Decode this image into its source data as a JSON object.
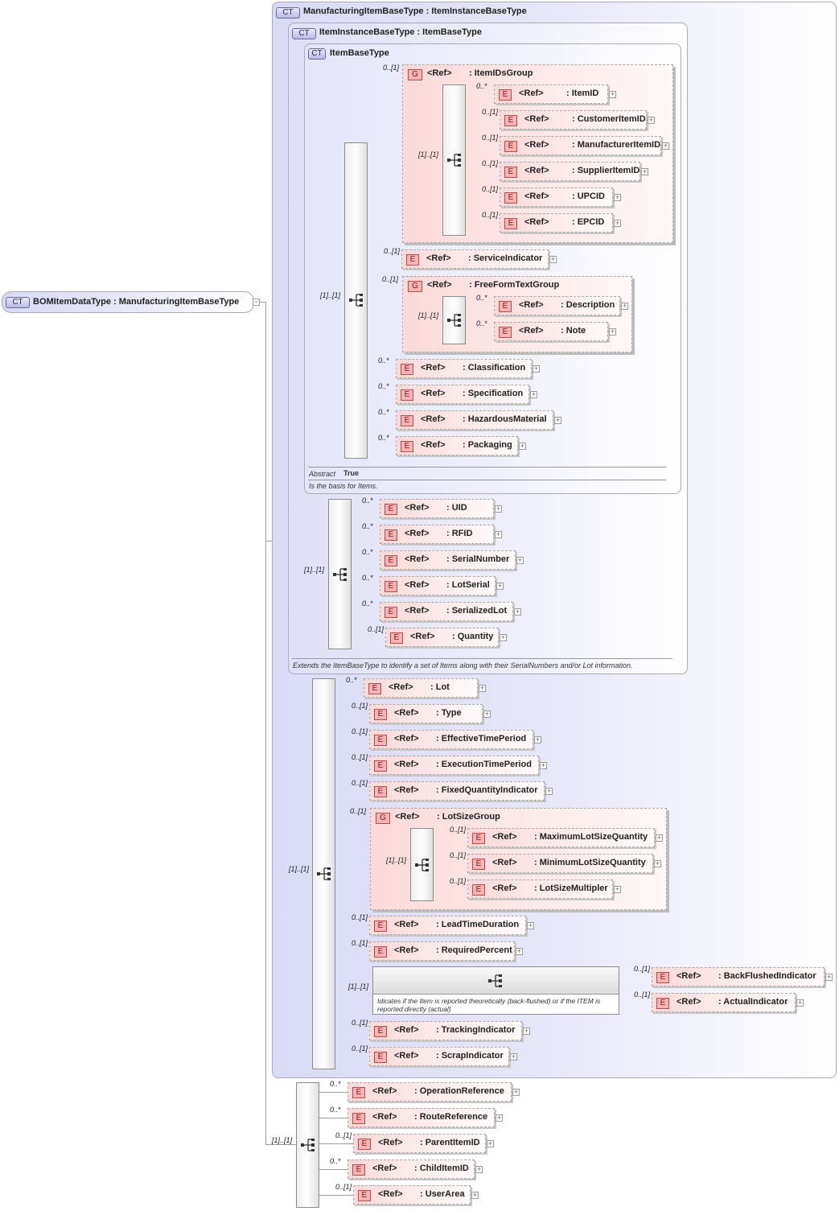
{
  "root": {
    "badge": "CT",
    "title": "BOMItemDataType : ManufacturingItemBaseType"
  },
  "ct_outer": {
    "badge": "CT",
    "title": "ManufacturingItemBaseType : ItemInstanceBaseType"
  },
  "ct_instance": {
    "badge": "CT",
    "title": "ItemInstanceBaseType : ItemBaseType",
    "documentation": "Extends the ItemBaseType to identify a set of Items along with their SerialNumbers and/or Lot information."
  },
  "ct_base": {
    "badge": "CT",
    "title": "ItemBaseType",
    "abstract_label": "Abstract",
    "abstract_value": "True",
    "documentation": "Is the basis for Items."
  },
  "labels": {
    "ref": "<Ref>",
    "element_badge": "E",
    "group_badge": "G",
    "expand": "+"
  },
  "sequence_cardinality": "[1]..[1]",
  "groups": {
    "itemids": {
      "name": ": ItemIDsGroup",
      "card": "0..[1]",
      "seq_card": "[1]..[1]"
    },
    "freeform": {
      "name": ": FreeFormTextGroup",
      "card": "0..[1]",
      "seq_card": "[1]..[1]"
    },
    "lotsize": {
      "name": ": LotSizeGroup",
      "card": "0..[1]",
      "seq_card": "[1]..[1]"
    }
  },
  "elements": {
    "itemid": {
      "name": ": ItemID",
      "card": "0..*"
    },
    "customeritemid": {
      "name": ": CustomerItemID",
      "card": "0..[1]"
    },
    "manufactureritemid": {
      "name": ": ManufacturerItemID",
      "card": "0..[1]"
    },
    "supplieritemid": {
      "name": ": SupplierItemID",
      "card": "0..[1]"
    },
    "upcid": {
      "name": ": UPCID",
      "card": "0..[1]"
    },
    "epcid": {
      "name": ": EPCID",
      "card": "0..[1]"
    },
    "serviceindicator": {
      "name": ": ServiceIndicator",
      "card": "0..[1]"
    },
    "description": {
      "name": ": Description",
      "card": "0..*"
    },
    "note": {
      "name": ": Note",
      "card": "0..*"
    },
    "classification": {
      "name": ": Classification",
      "card": "0..*"
    },
    "specification": {
      "name": ": Specification",
      "card": "0..*"
    },
    "hazardousmaterial": {
      "name": ": HazardousMaterial",
      "card": "0..*"
    },
    "packaging": {
      "name": ": Packaging",
      "card": "0..*"
    },
    "uid": {
      "name": ": UID",
      "card": "0..*"
    },
    "rfid": {
      "name": ": RFID",
      "card": "0..*"
    },
    "serialnumber": {
      "name": ": SerialNumber",
      "card": "0..*"
    },
    "lotserial": {
      "name": ": LotSerial",
      "card": "0..*"
    },
    "serializedlot": {
      "name": ": SerializedLot",
      "card": "0..*"
    },
    "quantity": {
      "name": ": Quantity",
      "card": "0..[1]"
    },
    "lot": {
      "name": ": Lot",
      "card": "0..*"
    },
    "type": {
      "name": ": Type",
      "card": "0..[1]"
    },
    "effectivetimeperiod": {
      "name": ": EffectiveTimePeriod",
      "card": "0..[1]"
    },
    "executiontimeperiod": {
      "name": ": ExecutionTimePeriod",
      "card": "0..[1]"
    },
    "fixedquantityindicator": {
      "name": ": FixedQuantityIndicator",
      "card": "0..[1]"
    },
    "maximumlotsizequantity": {
      "name": ": MaximumLotSizeQuantity",
      "card": "0..[1]"
    },
    "minimumlotsizequantity": {
      "name": ": MinimumLotSizeQuantity",
      "card": "0..[1]"
    },
    "lotsizemultipler": {
      "name": ": LotSizeMultipler",
      "card": "0..[1]"
    },
    "leadtimeduration": {
      "name": ": LeadTimeDuration",
      "card": "0..[1]"
    },
    "requiredpercent": {
      "name": ": RequiredPercent",
      "card": "0..[1]"
    },
    "backflushedindicator": {
      "name": ": BackFlushedIndicator",
      "card": "0..[1]"
    },
    "actualindicator": {
      "name": ": ActualIndicator",
      "card": "0..[1]"
    },
    "trackingindicator": {
      "name": ": TrackingIndicator",
      "card": "0..[1]"
    },
    "scrapindicator": {
      "name": ": ScrapIndicator",
      "card": "0..[1]"
    },
    "operationreference": {
      "name": ": OperationReference",
      "card": "0..*"
    },
    "routereference": {
      "name": ": RouteReference",
      "card": "0..*"
    },
    "parentitemid": {
      "name": ": ParentItemID",
      "card": "0..[1]"
    },
    "childitemid": {
      "name": ": ChildItemID",
      "card": "0..*"
    },
    "userarea": {
      "name": ": UserArea",
      "card": "0..[1]"
    }
  },
  "choice": {
    "card": "[1]..[1]",
    "documentation": "Idicates if the Item is reported theoretically (back-flushed) or if the ITEM is reported directly (actual)"
  }
}
